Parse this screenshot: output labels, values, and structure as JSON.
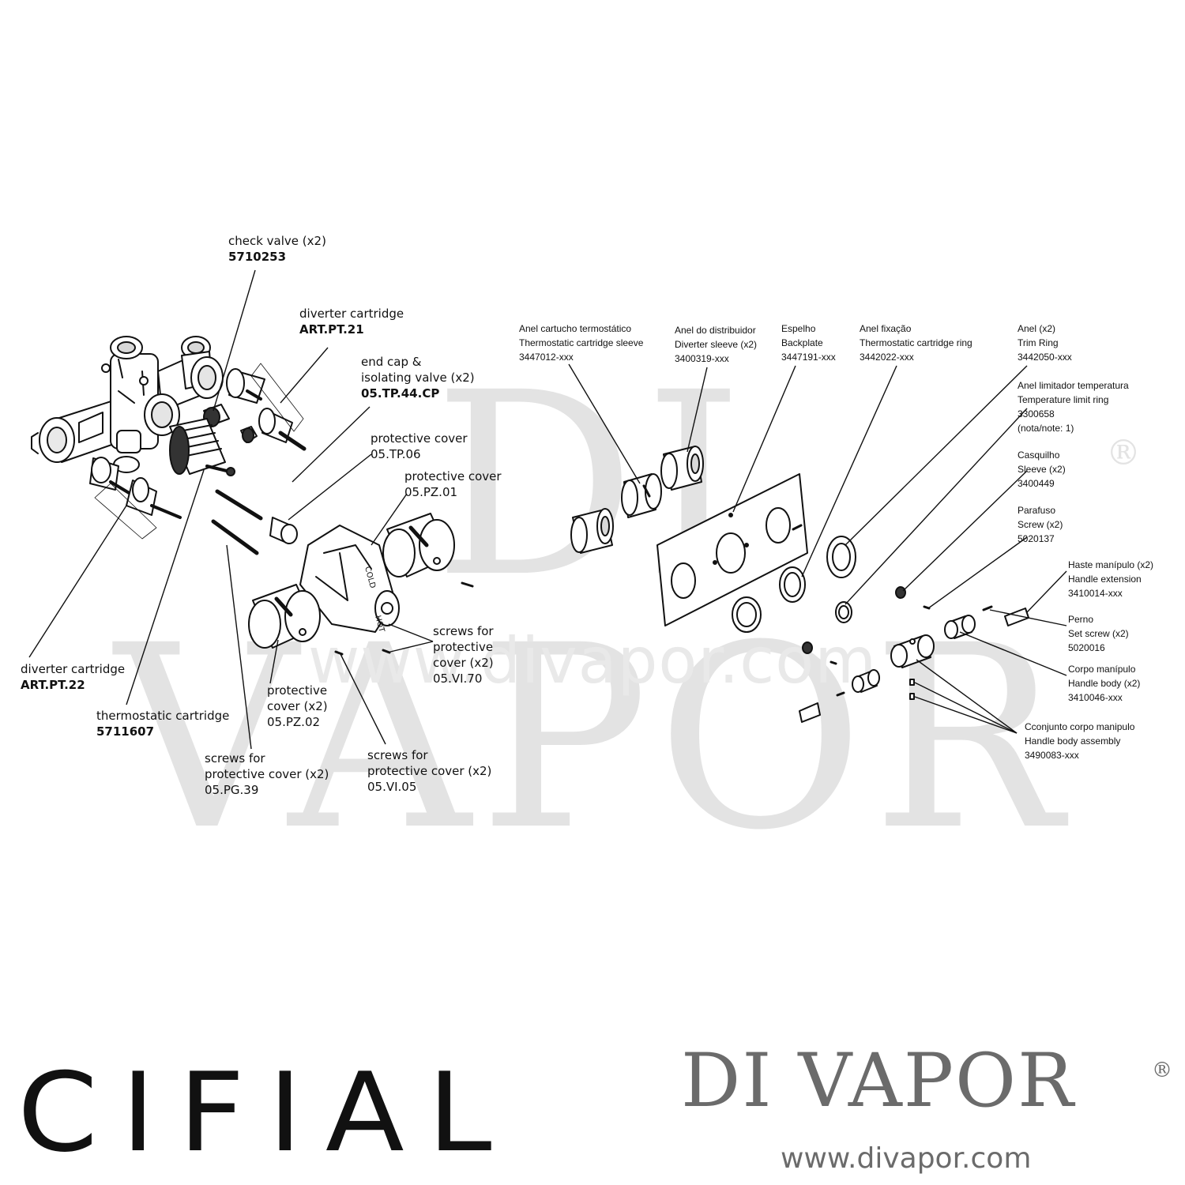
{
  "watermark": {
    "text": "DI VAPOR",
    "registered": "®",
    "url": "www.divapor.com"
  },
  "left_labels": {
    "check_valve": {
      "name": "check valve (x2)",
      "code": "5710253"
    },
    "diverter_cartridge_21": {
      "name": "diverter cartridge",
      "code": "ART.PT.21"
    },
    "end_cap": {
      "line1": "end cap &",
      "line2": "isolating valve (x2)",
      "code": "05.TP.44.CP"
    },
    "protective_cover_tp06": {
      "name": "protective cover",
      "code": "05.TP.06"
    },
    "protective_cover_pz01": {
      "name": "protective cover",
      "code": "05.PZ.01"
    },
    "screws_vi70": {
      "line1": "screws for",
      "line2": "protective",
      "line3": "cover (x2)",
      "code": "05.VI.70"
    },
    "protective_cover_pz02": {
      "line1": "protective",
      "line2": "cover (x2)",
      "code": "05.PZ.02"
    },
    "diverter_cartridge_22": {
      "name": "diverter cartridge",
      "code": "ART.PT.22"
    },
    "thermostatic_cartridge": {
      "name": "thermostatic cartridge",
      "code": "5711607"
    },
    "screws_pg39": {
      "line1": "screws for",
      "line2": "protective cover (x2)",
      "code": "05.PG.39"
    },
    "screws_vi05": {
      "line1": "screws for",
      "line2": "protective cover (x2)",
      "code": "05.VI.05"
    }
  },
  "right_labels": {
    "sleeve_thermo": {
      "pt": "Anel cartucho termostático",
      "en": "Thermostatic cartridge sleeve",
      "code": "3447012-xxx"
    },
    "sleeve_diverter": {
      "pt": "Anel do distribuidor",
      "en": "Diverter sleeve (x2)",
      "code": "3400319-xxx"
    },
    "backplate": {
      "pt": "Espelho",
      "en": "Backplate",
      "code": "3447191-xxx"
    },
    "cartridge_ring": {
      "pt": "Anel fixação",
      "en": "Thermostatic cartridge ring",
      "code": "3442022-xxx"
    },
    "trim_ring": {
      "pt": "Anel (x2)",
      "en": "Trim Ring",
      "code": "3442050-xxx"
    },
    "temp_limit": {
      "pt": "Anel limitador temperatura",
      "en": "Temperature limit ring",
      "code": "3300658",
      "note": "(nota/note: 1)"
    },
    "sleeve": {
      "pt": "Casquilho",
      "en": "Sleeve (x2)",
      "code": "3400449"
    },
    "screw": {
      "pt": "Parafuso",
      "en": "Screw (x2)",
      "code": "5020137"
    },
    "handle_ext": {
      "pt": "Haste manípulo (x2)",
      "en": "Handle extension",
      "code": "3410014-xxx"
    },
    "set_screw": {
      "pt": "Perno",
      "en": "Set screw (x2)",
      "code": "5020016"
    },
    "handle_body": {
      "pt": "Corpo manípulo",
      "en": "Handle body (x2)",
      "code": "3410046-xxx"
    },
    "handle_assembly": {
      "pt": "Cconjunto corpo manipulo",
      "en": "Handle body assembly",
      "code": "3490083-xxx"
    }
  },
  "part_markings": {
    "cold": "COLD",
    "hot": "HOT"
  },
  "brands": {
    "left": "CIFIAL",
    "right": "DI VAPOR",
    "right_registered": "®",
    "right_url": "www.divapor.com"
  }
}
